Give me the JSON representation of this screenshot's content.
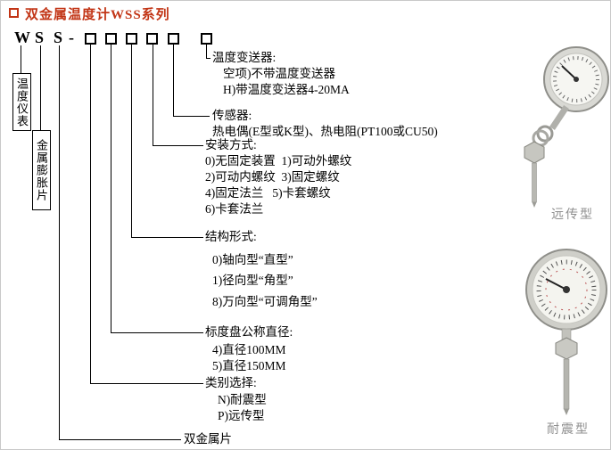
{
  "header": {
    "title": "双金属温度计WSS系列"
  },
  "model": {
    "letter1": "W",
    "letter2": "S",
    "letter3": "S",
    "dash": "-"
  },
  "left_labels": {
    "box1": "温度仪表",
    "box2": "金属膨胀片"
  },
  "sections": {
    "transmitter": {
      "heading": "温度变送器:",
      "items": [
        "空项)不带温度变送器",
        "H)带温度变送器4-20MA"
      ]
    },
    "sensor": {
      "heading": "传感器:",
      "items": [
        "热电偶(E型或K型)、热电阻(PT100或CU50)"
      ]
    },
    "installation": {
      "heading": "安装方式:",
      "items": [
        "0)无固定装置  1)可动外螺纹",
        "2)可动内螺纹  3)固定螺纹",
        "4)固定法兰   5)卡套螺纹",
        "6)卡套法兰"
      ]
    },
    "structure": {
      "heading": "结构形式:",
      "items": [
        "0)轴向型“直型”",
        "1)径向型“角型”",
        "8)万向型“可调角型”"
      ]
    },
    "dial": {
      "heading": "标度盘公称直径:",
      "items": [
        "4)直径100MM",
        "5)直径150MM"
      ]
    },
    "category": {
      "heading": "类别选择:",
      "items": [
        "N)耐震型",
        "P)远传型"
      ]
    },
    "bimetal": {
      "label": "双金属片"
    }
  },
  "photos": {
    "remote": {
      "caption": "远传型"
    },
    "shockproof": {
      "caption": "耐震型"
    }
  },
  "colors": {
    "title_red": "#c23516",
    "caption_gray": "#8f8f8f"
  }
}
